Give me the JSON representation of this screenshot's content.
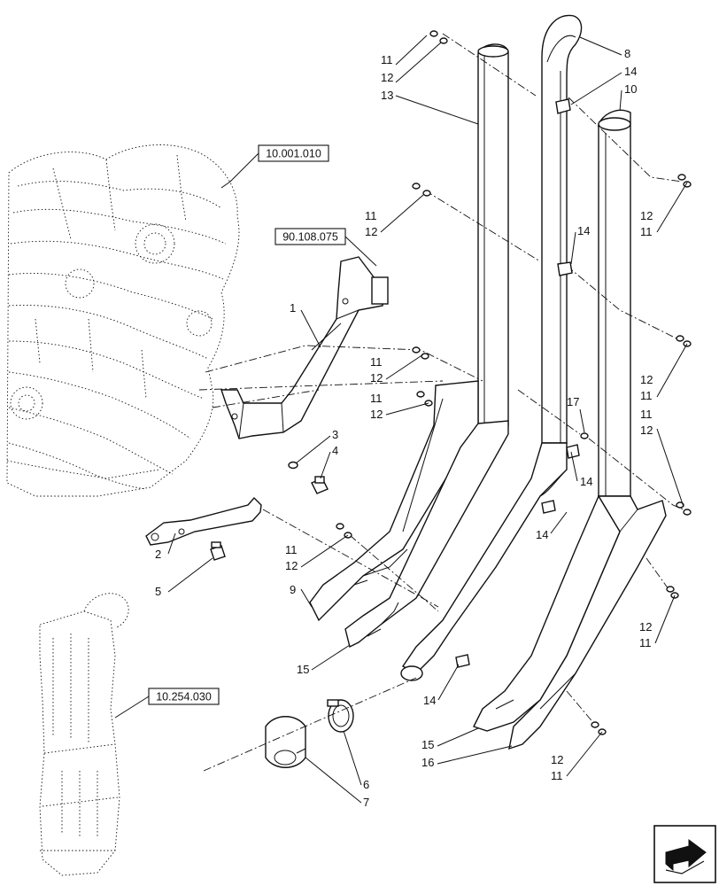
{
  "references": {
    "engine": "10.001.010",
    "bracket": "90.108.075",
    "dpf": "10.254.030"
  },
  "callouts": {
    "c1": "1",
    "c2": "2",
    "c3": "3",
    "c4": "4",
    "c5": "5",
    "c6": "6",
    "c7": "7",
    "c8": "8",
    "c9": "9",
    "c10": "10",
    "c11": "11",
    "c12": "12",
    "c13": "13",
    "c14": "14",
    "c15": "15",
    "c16": "16",
    "c17": "17"
  },
  "nav_icon": "next-page-arrow-icon"
}
